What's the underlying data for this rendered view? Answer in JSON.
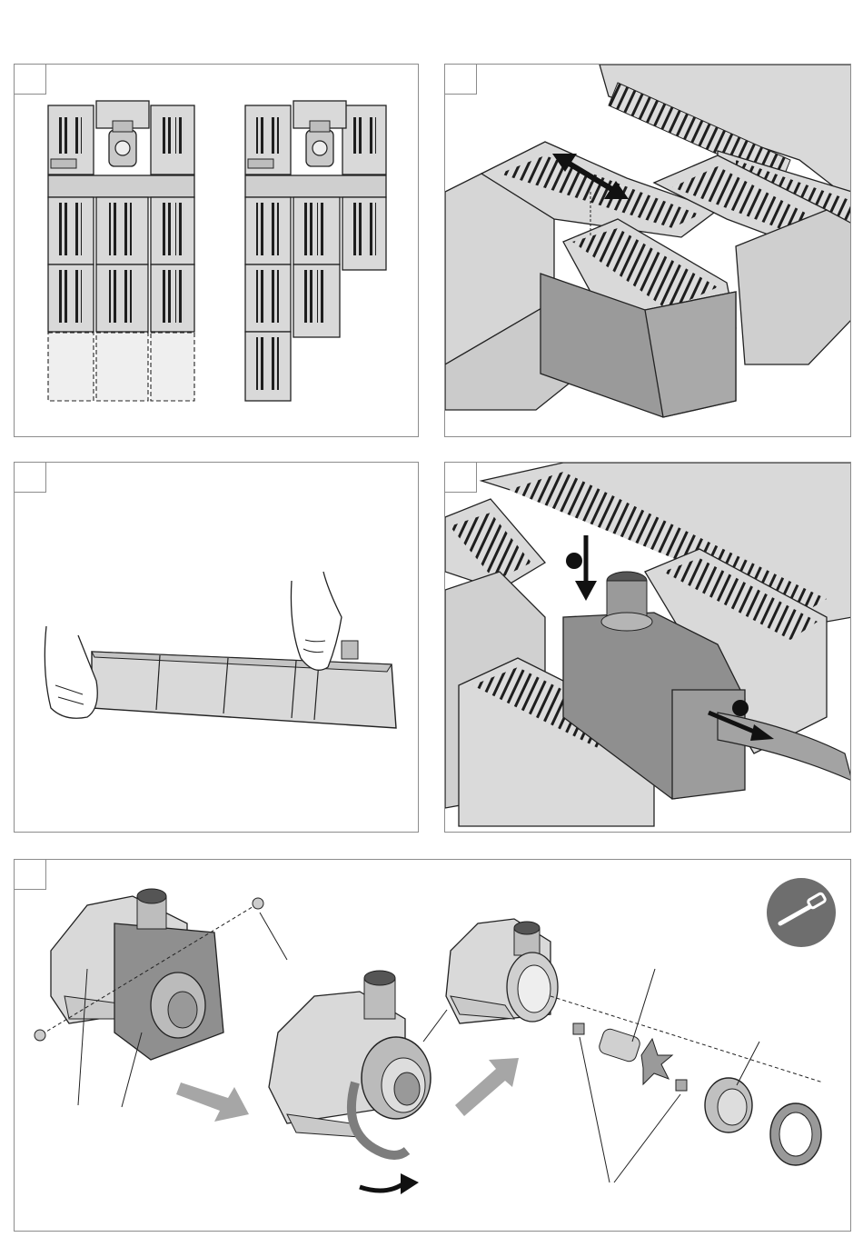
{
  "page": {
    "panels": [
      {
        "id": "panel-1",
        "step_label": "",
        "caption": "",
        "illustration": "filter-module-layout-top-view"
      },
      {
        "id": "panel-2",
        "step_label": "",
        "caption": "",
        "illustration": "filter-modules-sliding-connection"
      },
      {
        "id": "panel-3",
        "step_label": "",
        "caption": "",
        "illustration": "hands-carrying-filter-assembly"
      },
      {
        "id": "panel-4",
        "step_label": "",
        "caption": "",
        "illustration": "pump-insertion-into-filter"
      },
      {
        "id": "panel-5",
        "step_label": "",
        "caption": "",
        "illustration": "pump-disassembly-impeller"
      }
    ],
    "icons": [
      "screwdriver-icon",
      "double-arrow-icon",
      "down-arrow-icon",
      "out-arrow-icon",
      "rotate-arrow-icon",
      "process-arrow-icon"
    ],
    "colors": {
      "line": "#222222",
      "module_fill": "#d9d9d9",
      "module_dark": "#bdbdbd",
      "pump_shade": "#8f8f8f",
      "process_arrow": "#a6a6a6",
      "tool_badge": "#6e6e6e",
      "frame": "#8c8c8c"
    }
  }
}
